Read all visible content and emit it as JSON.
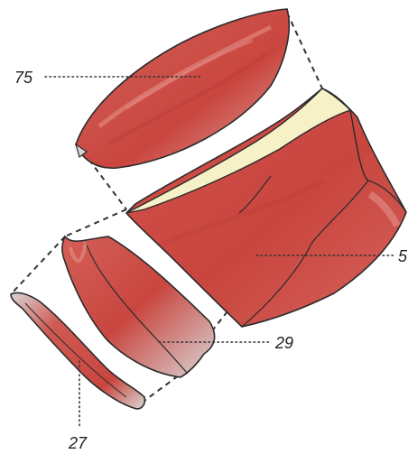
{
  "colors": {
    "muscle": "#c9463f",
    "muscle_dark": "#a8322d",
    "muscle_light": "#e3918b",
    "fat": "#f7f1c8",
    "outline": "#2b2b2b",
    "silver_skin": "#d9d6d6",
    "leader": "#333333"
  },
  "labels": {
    "part_75": "75",
    "part_5": "5",
    "part_29": "29",
    "part_27": "27"
  }
}
